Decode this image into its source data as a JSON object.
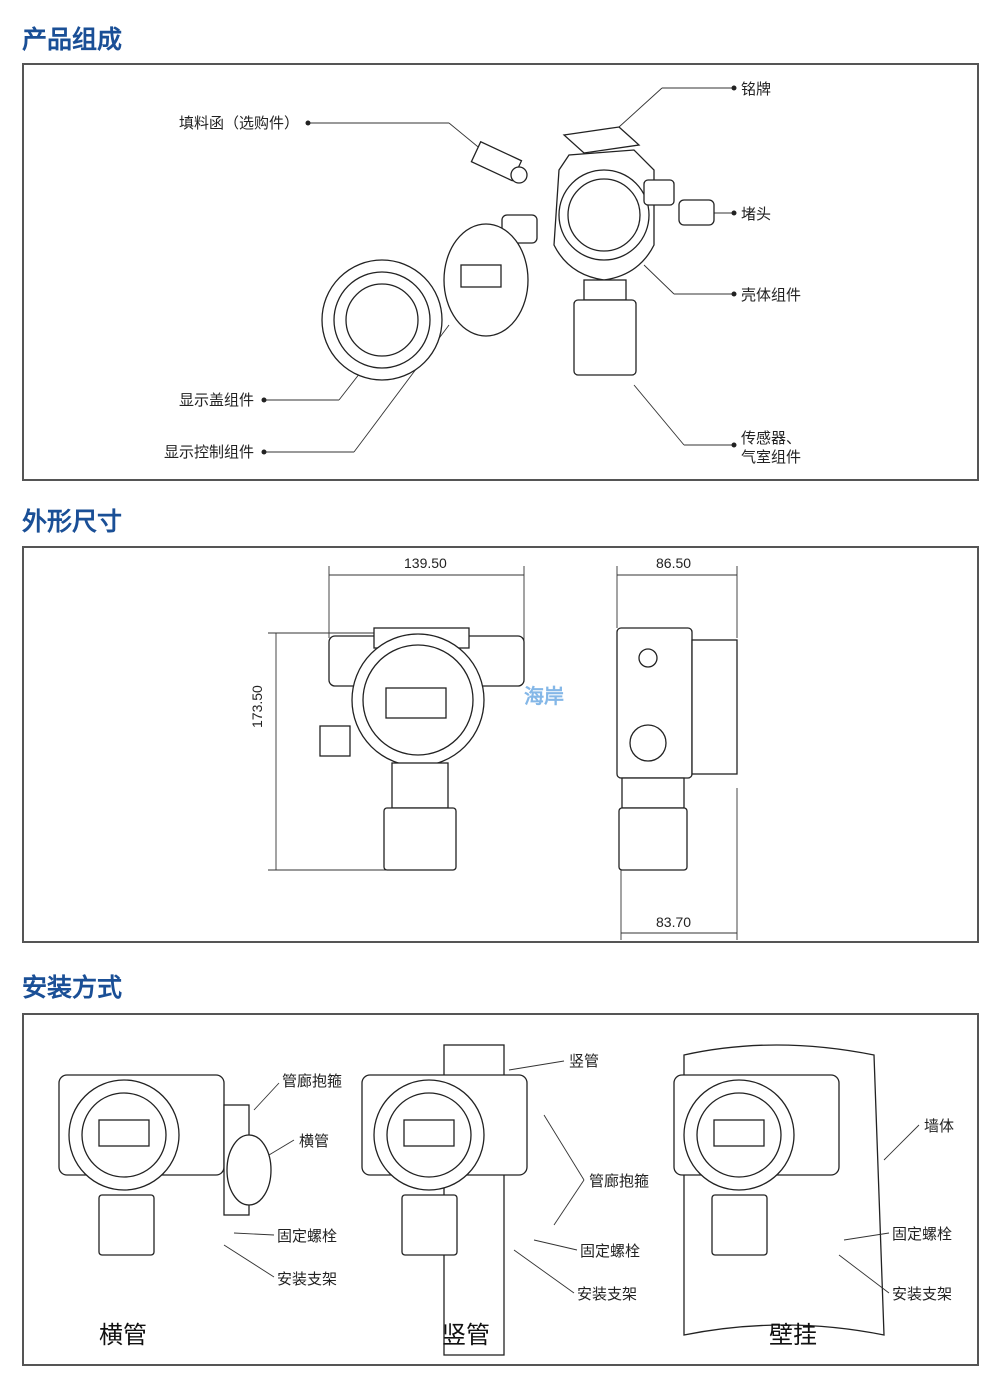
{
  "sections": {
    "composition_title": "产品组成",
    "dimensions_title": "外形尺寸",
    "installation_title": "安装方式"
  },
  "composition": {
    "nameplate": "铭牌",
    "gland": "填料函（选购件）",
    "plug": "堵头",
    "housing": "壳体组件",
    "display_cover": "显示盖组件",
    "display_control": "显示控制组件",
    "sensor_line1": "传感器、",
    "sensor_line2": "气室组件"
  },
  "dimensions": {
    "front_width": "139.50",
    "height": "173.50",
    "side_top": "86.50",
    "side_bottom": "83.70",
    "watermark": "海岸"
  },
  "installation": {
    "horizontal": {
      "caption": "横管",
      "clamp": "管廊抱箍",
      "pipe": "横管",
      "bolt": "固定螺栓",
      "bracket": "安装支架"
    },
    "vertical": {
      "caption": "竖管",
      "pipe": "竖管",
      "clamp": "管廊抱箍",
      "bolt": "固定螺栓",
      "bracket": "安装支架"
    },
    "wall": {
      "caption": "壁挂",
      "wall": "墙体",
      "bolt": "固定螺栓",
      "bracket": "安装支架"
    }
  },
  "colors": {
    "heading": "#1a4f96",
    "border": "#555555"
  }
}
